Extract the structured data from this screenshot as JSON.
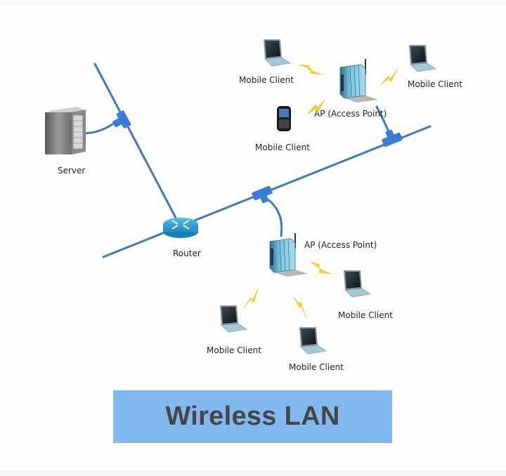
{
  "title": "Wireless LAN",
  "colors": {
    "cable": "#3f78c0",
    "connector": "#3a7dd6",
    "banner_bg": "#82b8f0",
    "banner_text": "#464646",
    "bolt": "#f5d21a",
    "router": "#3aa6d6"
  },
  "nodes": {
    "server": {
      "label": "Server",
      "icon": "server-tower-icon"
    },
    "router": {
      "label": "Router",
      "icon": "router-icon"
    },
    "ap_top": {
      "label": "AP (Access Point)",
      "icon": "access-point-icon"
    },
    "ap_bottom": {
      "label": "AP (Access Point)",
      "icon": "access-point-icon"
    },
    "client_top_left": {
      "label": "Mobile Client",
      "icon": "laptop-icon"
    },
    "client_top_right": {
      "label": "Mobile Client",
      "icon": "laptop-icon"
    },
    "client_phone": {
      "label": "Mobile Client",
      "icon": "smartphone-icon"
    },
    "client_bottom_left": {
      "label": "Mobile Client",
      "icon": "laptop-icon"
    },
    "client_bottom_mid": {
      "label": "Mobile Client",
      "icon": "laptop-icon"
    },
    "client_bottom_right": {
      "label": "Mobile Client",
      "icon": "laptop-icon"
    }
  },
  "connections": [
    {
      "from": "server",
      "to": "backbone-a",
      "type": "wired"
    },
    {
      "from": "backbone-a",
      "to": "router",
      "type": "wired"
    },
    {
      "from": "router",
      "to": "backbone-b",
      "type": "wired"
    },
    {
      "from": "ap_top",
      "to": "backbone-b",
      "type": "wired"
    },
    {
      "from": "ap_bottom",
      "to": "backbone-b",
      "type": "wired"
    },
    {
      "from": "ap_top",
      "to": "client_top_left",
      "type": "wireless"
    },
    {
      "from": "ap_top",
      "to": "client_top_right",
      "type": "wireless"
    },
    {
      "from": "ap_top",
      "to": "client_phone",
      "type": "wireless"
    },
    {
      "from": "ap_bottom",
      "to": "client_bottom_left",
      "type": "wireless"
    },
    {
      "from": "ap_bottom",
      "to": "client_bottom_mid",
      "type": "wireless"
    },
    {
      "from": "ap_bottom",
      "to": "client_bottom_right",
      "type": "wireless"
    }
  ]
}
